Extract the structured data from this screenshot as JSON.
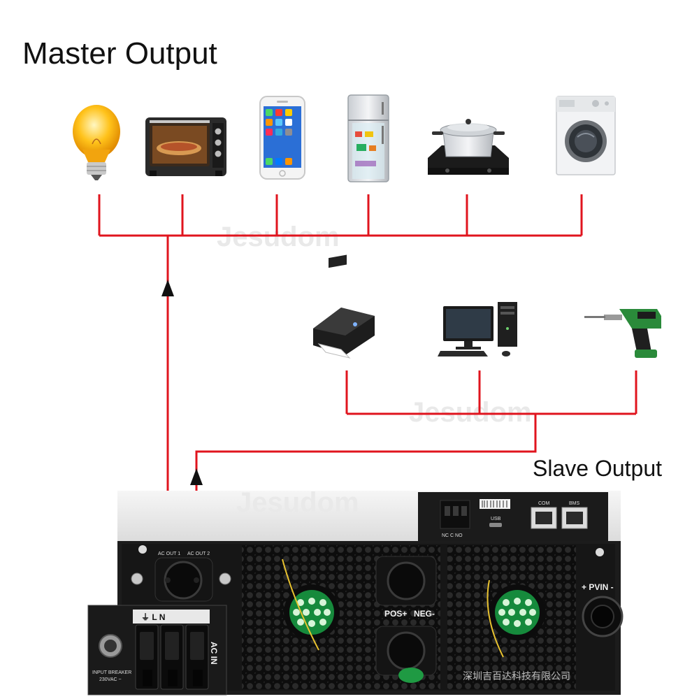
{
  "titles": {
    "master_output": "Master Output",
    "slave_output": "Slave Output"
  },
  "watermark": "Jesudom",
  "inverter": {
    "ac_out_1": "AC OUT 1",
    "ac_out_2": "AC OUT 2",
    "pos": "POS+",
    "neg": "NEG-",
    "pv_in": "+ PVIN -",
    "com": "COM",
    "bms": "BMS",
    "usb": "USB",
    "relay": "NC  C  NO",
    "input_breaker": "INPUT BREAKER",
    "voltage": "230VAC ~",
    "ac_in": "AC IN",
    "terminal_labels": "⏚  L  N",
    "manufacturer": "深圳吉百达科技有限公司"
  },
  "colors": {
    "wire_red": "#e0141e",
    "arrow": "#111111",
    "chassis": "#1c1c1c"
  },
  "master_devices": [
    "lightbulb-icon",
    "oven-icon",
    "smartphone-icon",
    "refrigerator-icon",
    "cooktop-icon",
    "washing-machine-icon"
  ],
  "slave_devices": [
    "printer-icon",
    "desktop-computer-icon",
    "power-drill-icon"
  ]
}
